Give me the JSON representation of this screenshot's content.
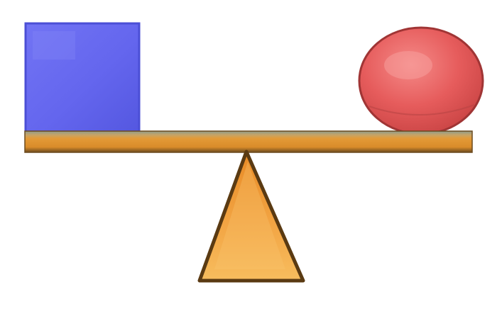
{
  "colors": {
    "background": "#ffffff",
    "cube_fill": "#6466ee",
    "cube_edge": "#4b4fd6",
    "sphere_fill": "#e95a5a",
    "sphere_edge": "#a03535",
    "beam_top": "#8f9a8a",
    "beam_body": "#d9922f",
    "beam_bottom": "#6b4a1e",
    "fulcrum_fill": "#f2a443",
    "fulcrum_edge": "#5a3a12"
  },
  "objects": {
    "left": "blue-cube",
    "right": "red-sphere",
    "support": "triangular-fulcrum"
  }
}
